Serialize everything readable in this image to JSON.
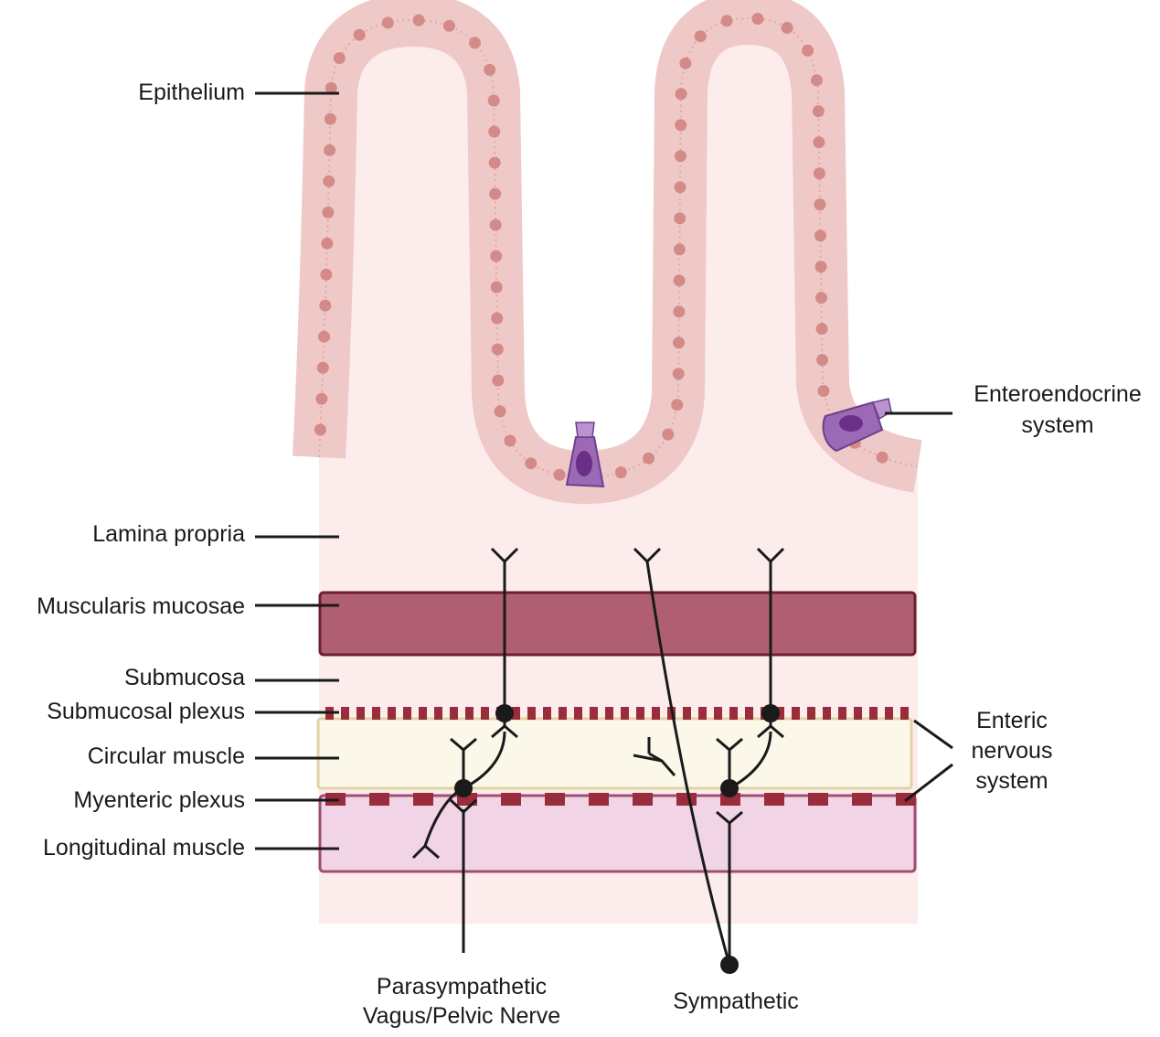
{
  "layers": {
    "epithelium": "Epithelium",
    "lamina_propria": "Lamina propria",
    "muscularis_mucosae": "Muscularis mucosae",
    "submucosa": "Submucosa",
    "submucosal_plexus": "Submucosal plexus",
    "circular_muscle": "Circular muscle",
    "myenteric_plexus": "Myenteric plexus",
    "longitudinal_muscle": "Longitudinal muscle"
  },
  "right_labels": {
    "enteroendocrine_line1": "Enteroendocrine",
    "enteroendocrine_line2": "system",
    "enteric_line1": "Enteric",
    "enteric_line2": "nervous",
    "enteric_line3": "system"
  },
  "bottom_labels": {
    "parasympathetic_line1": "Parasympathetic",
    "parasympathetic_line2": "Vagus/Pelvic Nerve",
    "sympathetic": "Sympathetic"
  },
  "colors": {
    "tissue_background": "#fcecec",
    "epithelial_cell": "#efc9c7",
    "cell_nucleus": "#d48a88",
    "enteroendocrine_cell": "#9b69b5",
    "muscularis_mucosae": "#b05f72",
    "circular_muscle": "#fbf8ea",
    "longitudinal_muscle": "#f1d5e6",
    "plexus": "#9a2d3b",
    "nerve": "#1a1a1a"
  }
}
